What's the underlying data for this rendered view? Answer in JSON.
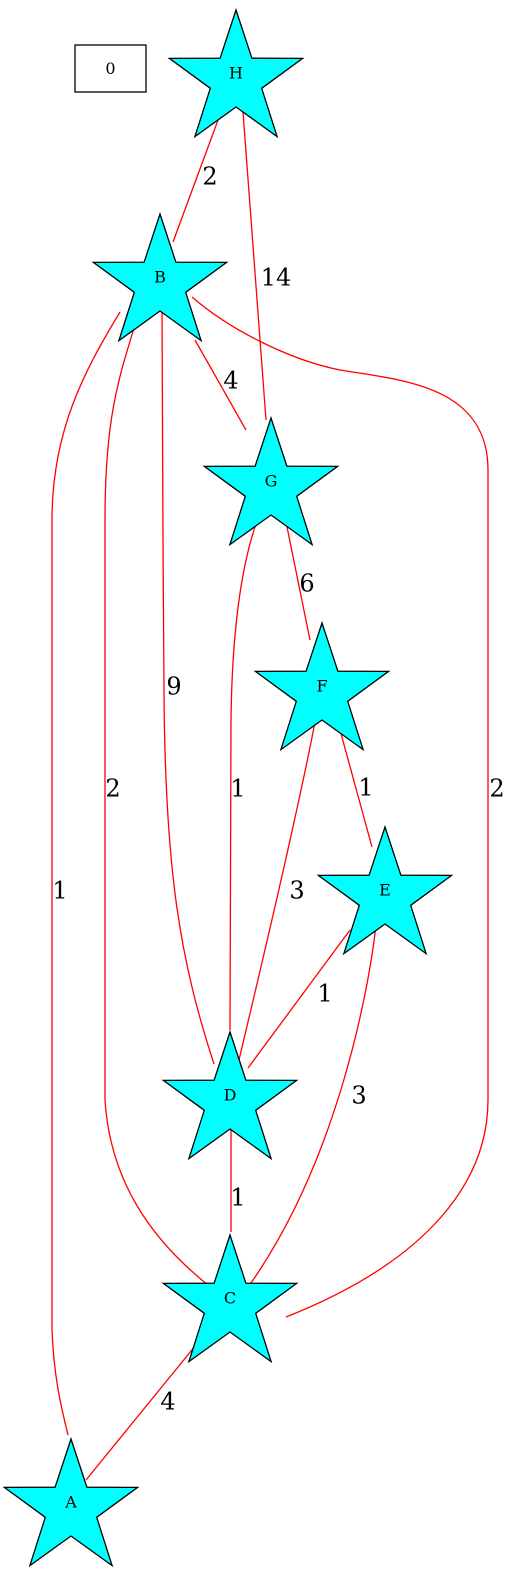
{
  "legend_box": {
    "label": "0"
  },
  "node_style": {
    "shape": "star",
    "fill": "#00ffff",
    "stroke": "#000000"
  },
  "edge_color": "#ff0000",
  "nodes": [
    {
      "id": "H",
      "label": "H"
    },
    {
      "id": "B",
      "label": "B"
    },
    {
      "id": "G",
      "label": "G"
    },
    {
      "id": "F",
      "label": "F"
    },
    {
      "id": "E",
      "label": "E"
    },
    {
      "id": "D",
      "label": "D"
    },
    {
      "id": "C",
      "label": "C"
    },
    {
      "id": "A",
      "label": "A"
    }
  ],
  "edges": [
    {
      "from": "H",
      "to": "B",
      "weight": "2"
    },
    {
      "from": "H",
      "to": "G",
      "weight": "14"
    },
    {
      "from": "B",
      "to": "G",
      "weight": "4"
    },
    {
      "from": "B",
      "to": "D",
      "weight": "9"
    },
    {
      "from": "B",
      "to": "C",
      "weight": "2"
    },
    {
      "from": "B",
      "to": "A",
      "weight": "1"
    },
    {
      "from": "B",
      "to": "C",
      "weight": "2"
    },
    {
      "from": "G",
      "to": "F",
      "weight": "6"
    },
    {
      "from": "G",
      "to": "D",
      "weight": "1"
    },
    {
      "from": "F",
      "to": "E",
      "weight": "1"
    },
    {
      "from": "F",
      "to": "D",
      "weight": "3"
    },
    {
      "from": "E",
      "to": "D",
      "weight": "1"
    },
    {
      "from": "E",
      "to": "C",
      "weight": "3"
    },
    {
      "from": "D",
      "to": "C",
      "weight": "1"
    },
    {
      "from": "C",
      "to": "A",
      "weight": "4"
    }
  ]
}
